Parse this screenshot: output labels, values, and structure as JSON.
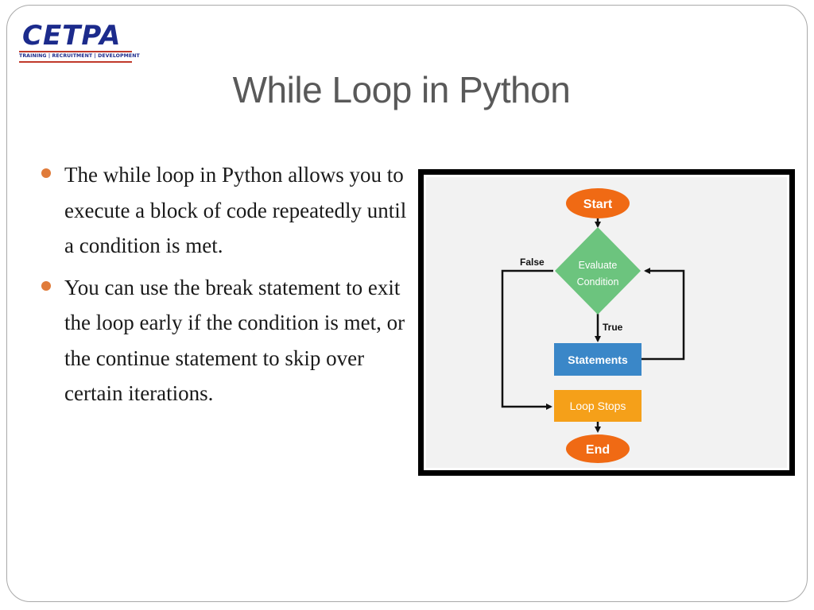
{
  "logo": {
    "name": "CETPA",
    "tagline": "TRAINING | RECRUITMENT | DEVELOPMENT"
  },
  "slide": {
    "title": "While Loop in Python",
    "bullets": [
      "The while loop in Python allows you to execute a block of code repeatedly until a condition is met.",
      "You can use the break statement to exit the loop early if the condition is met, or the continue statement to skip over certain iterations."
    ]
  },
  "flowchart": {
    "start": "Start",
    "decision_line1": "Evaluate",
    "decision_line2": "Condition",
    "statements": "Statements",
    "loop_stops": "Loop Stops",
    "end": "End",
    "false_label": "False",
    "true_label": "True"
  },
  "colors": {
    "title": "#595959",
    "bullet": "#e07b3a",
    "logo_blue": "#1c2b8c",
    "logo_red": "#c0392b",
    "start_end": "#f06a14",
    "decision": "#6cc47e",
    "statements": "#3a87c8",
    "loop_stops": "#f5a019"
  }
}
